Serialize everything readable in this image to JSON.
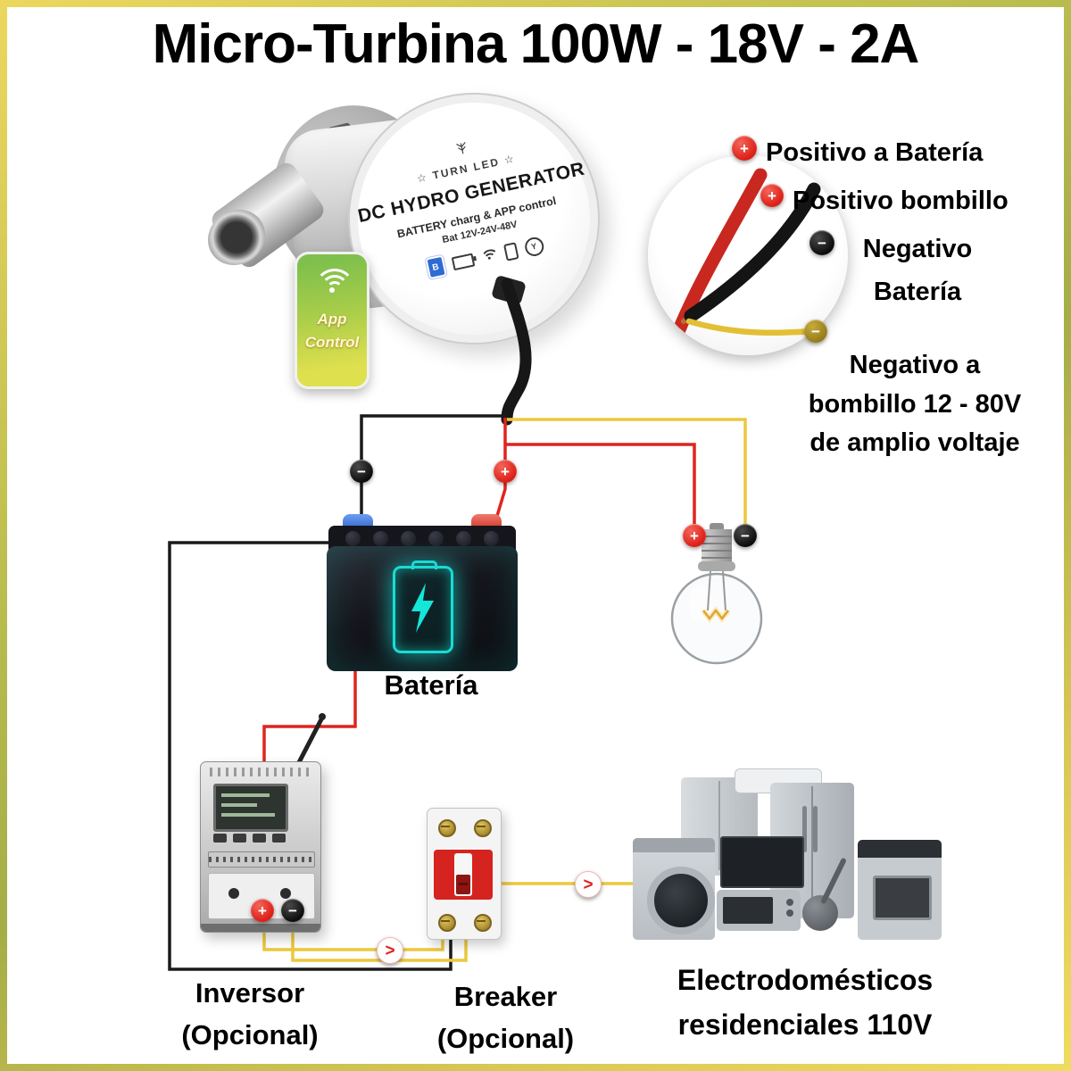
{
  "title": "Micro-Turbina 100W - 18V - 2A",
  "generator": {
    "brand": "☆ TURN LED ☆",
    "device_name": "DC HYDRO GENERATOR",
    "feature_line": "BATTERY charg & APP control",
    "battery_line": "Bat 12V-24V-48V",
    "app_badge_letter": "B",
    "icon_y_label": "Y"
  },
  "phone": {
    "line1": "App",
    "line2": "Control"
  },
  "annotations": {
    "positivo_bateria": "Positivo a Batería",
    "positivo_bombillo": "Positivo bombillo",
    "negativo_bateria": [
      "Negativo",
      "Batería"
    ],
    "negativo_bombillo": [
      "Negativo a",
      "bombillo 12 - 80V",
      "de amplio voltaje"
    ]
  },
  "components": {
    "battery_label": "Batería",
    "inverter_label": "Inversor",
    "inverter_note": "(Opcional)",
    "breaker_label": "Breaker",
    "breaker_note": "(Opcional)",
    "appliances_label": [
      "Electrodomésticos",
      "residenciales 110V"
    ]
  },
  "symbols": {
    "plus": "+",
    "minus": "−",
    "arrow": ">"
  },
  "colors": {
    "wire_red": "#e0241f",
    "wire_black": "#1a1a1a",
    "wire_yellow": "#ecc83d",
    "badge_olive": "#a38c1e",
    "battery_glow": "#19dcd4",
    "frame_yellow": "#efdb5e",
    "frame_green": "#a5ad47"
  }
}
